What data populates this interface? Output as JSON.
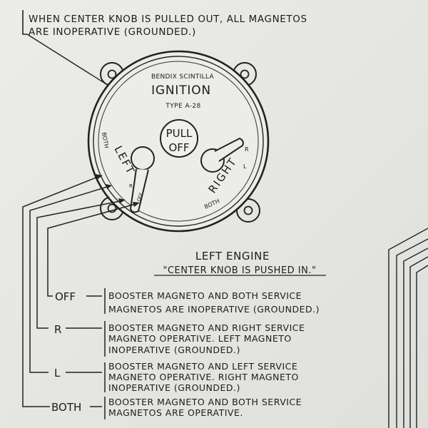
{
  "top_note": {
    "line1": "WHEN CENTER KNOB IS PULLED OUT, ALL MAGNETOS",
    "line2": "ARE INOPERATIVE (GROUNDED.)"
  },
  "switch": {
    "maker": "BENDIX SCINTILLA",
    "name": "IGNITION",
    "type": "TYPE A-28",
    "knob_line1": "PULL",
    "knob_line2": "OFF",
    "left_label": "LEFT",
    "right_label": "RIGHT",
    "both_label": "BOTH",
    "r_mark": "R",
    "l_mark": "L",
    "off_mark": "OFF"
  },
  "section": {
    "title": "LEFT ENGINE",
    "subtitle": "\"CENTER KNOB IS PUSHED IN.\""
  },
  "positions": [
    {
      "label": "OFF",
      "line1": "BOOSTER MAGNETO AND BOTH SERVICE",
      "line2": "MAGNETOS ARE INOPERATIVE (GROUNDED.)",
      "line3": ""
    },
    {
      "label": "R",
      "line1": "BOOSTER MAGNETO AND RIGHT SERVICE",
      "line2": "MAGNETO OPERATIVE. LEFT MAGNETO",
      "line3": "INOPERATIVE (GROUNDED.)"
    },
    {
      "label": "L",
      "line1": "BOOSTER MAGNETO AND LEFT SERVICE",
      "line2": "MAGNETO OPERATIVE. RIGHT MAGNETO",
      "line3": "INOPERATIVE (GROUNDED.)"
    },
    {
      "label": "BOTH",
      "line1": "BOOSTER MAGNETO AND BOTH SERVICE",
      "line2": "MAGNETOS ARE OPERATIVE.",
      "line3": ""
    }
  ]
}
